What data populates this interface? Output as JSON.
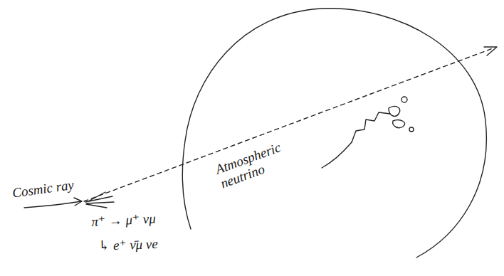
{
  "diagram": {
    "labels": [
      "Cosmic ray",
      "Atmospheric neutrino",
      "π⁺ → μ⁺ νμ",
      "↳ e⁺ ν̄μ νe"
    ]
  }
}
